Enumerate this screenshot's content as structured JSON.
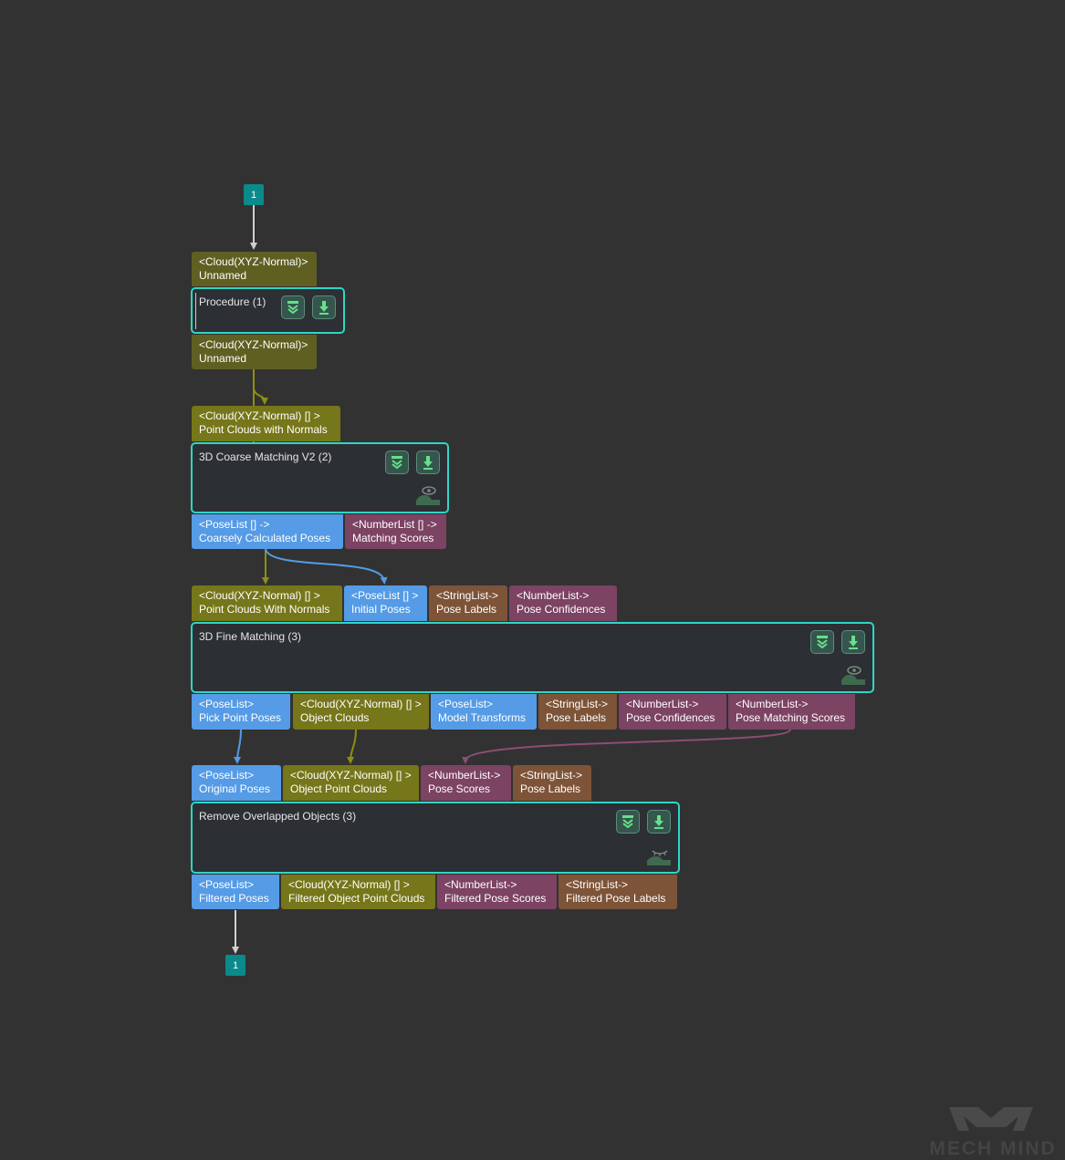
{
  "io": {
    "input_marker": "1",
    "output_marker": "1"
  },
  "procedure": {
    "inputs": [
      {
        "type": "<Cloud(XYZ-Normal)>",
        "name": "Unnamed"
      }
    ],
    "title": "Procedure (1)",
    "outputs": [
      {
        "type": "<Cloud(XYZ-Normal)>",
        "name": "Unnamed"
      }
    ]
  },
  "coarse": {
    "inputs": [
      {
        "type": "<Cloud(XYZ-Normal) [] >",
        "name": "Point Clouds with Normals"
      }
    ],
    "title": "3D Coarse Matching V2 (2)",
    "outputs": [
      {
        "type": "<PoseList [] ->",
        "name": "Coarsely Calculated Poses"
      },
      {
        "type": "<NumberList [] ->",
        "name": "Matching Scores"
      }
    ]
  },
  "fine": {
    "inputs": [
      {
        "type": "<Cloud(XYZ-Normal) [] >",
        "name": "Point Clouds With Normals"
      },
      {
        "type": "<PoseList [] >",
        "name": "Initial Poses"
      },
      {
        "type": "<StringList->",
        "name": "Pose Labels"
      },
      {
        "type": "<NumberList->",
        "name": "Pose Confidences"
      }
    ],
    "title": "3D Fine Matching (3)",
    "outputs": [
      {
        "type": "<PoseList>",
        "name": "Pick Point Poses"
      },
      {
        "type": "<Cloud(XYZ-Normal) [] >",
        "name": "Object Clouds"
      },
      {
        "type": "<PoseList>",
        "name": "Model Transforms"
      },
      {
        "type": "<StringList->",
        "name": "Pose Labels"
      },
      {
        "type": "<NumberList->",
        "name": "Pose Confidences"
      },
      {
        "type": "<NumberList->",
        "name": "Pose Matching Scores"
      }
    ]
  },
  "remove": {
    "inputs": [
      {
        "type": "<PoseList>",
        "name": "Original Poses"
      },
      {
        "type": "<Cloud(XYZ-Normal) [] >",
        "name": "Object Point Clouds"
      },
      {
        "type": "<NumberList->",
        "name": "Pose Scores"
      },
      {
        "type": "<StringList->",
        "name": "Pose Labels"
      }
    ],
    "title": "Remove Overlapped Objects (3)",
    "outputs": [
      {
        "type": "<PoseList>",
        "name": "Filtered Poses"
      },
      {
        "type": "<Cloud(XYZ-Normal) [] >",
        "name": "Filtered Object Point Clouds"
      },
      {
        "type": "<NumberList->",
        "name": "Filtered Pose Scores"
      },
      {
        "type": "<StringList->",
        "name": "Filtered Pose Labels"
      }
    ]
  },
  "colors": {
    "node_border": "#2ed6c5",
    "cloud_port": "#76761a",
    "pose_port": "#559be6",
    "string_port": "#7d5438",
    "number_port": "#7c4363",
    "io_marker": "#0a8a8a",
    "wire_white": "#d0d0d0",
    "wire_olive": "#8f8f12",
    "wire_blue": "#559be6",
    "wire_mauve": "#8d4d73"
  },
  "icons": [
    "collapse-icon",
    "debug-output-icon",
    "visualize-eye-icon",
    "visualize-hidden-icon"
  ],
  "watermark": "MECH MIND"
}
